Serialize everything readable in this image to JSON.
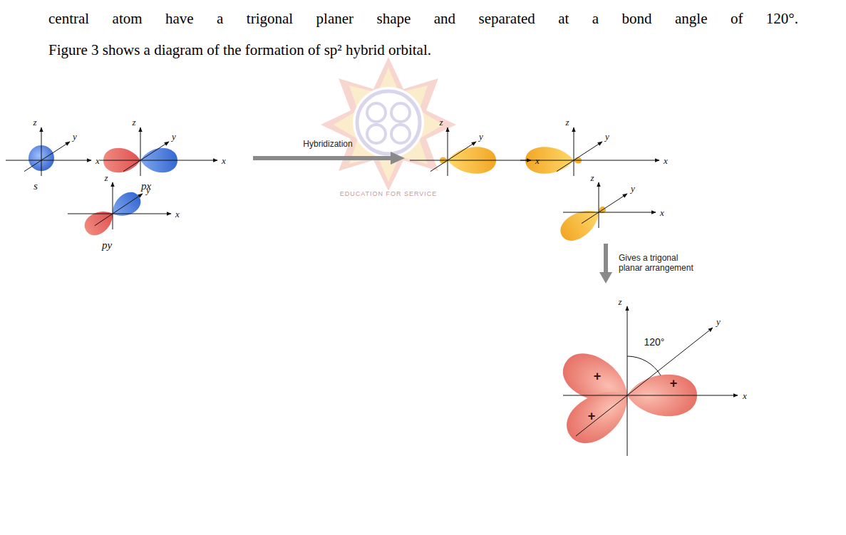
{
  "diagram": {
    "labels": [
      "central atom have a trigonal planer shape and separated at a bond angle of 120°.",
      "Figure 3 shows a diagram of the formation of sp² hybrid orbital.",
      "EDUCATION FOR SERVICE",
      "z",
      "y",
      "x",
      "s",
      "z",
      "y",
      "x",
      "px",
      "z",
      "y",
      "x",
      "py",
      "Hybridization",
      "z",
      "y",
      "x",
      "z",
      "y",
      "x",
      "z",
      "y",
      "x",
      "Gives a trigonal planar arrangement",
      "z",
      "120°",
      "y",
      "x",
      "+",
      "+",
      "+"
    ]
  }
}
